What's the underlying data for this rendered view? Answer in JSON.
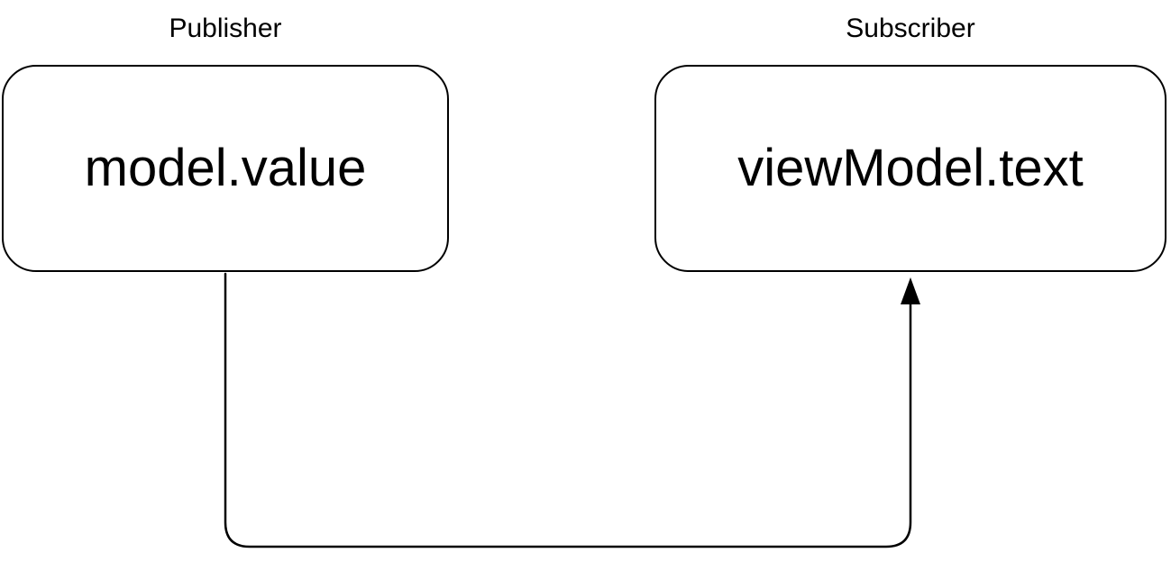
{
  "diagram": {
    "nodes": [
      {
        "id": "publisher",
        "role_label": "Publisher",
        "text": "model.value"
      },
      {
        "id": "subscriber",
        "role_label": "Subscriber",
        "text": "viewModel.text"
      }
    ],
    "edges": [
      {
        "from": "publisher",
        "to": "subscriber",
        "style": "orthogonal-elbow",
        "arrowhead": "filled-triangle-up"
      }
    ]
  },
  "colors": {
    "stroke": "#000000",
    "node_fill": "#ffffff",
    "background": "#ffffff",
    "text": "#000000"
  }
}
